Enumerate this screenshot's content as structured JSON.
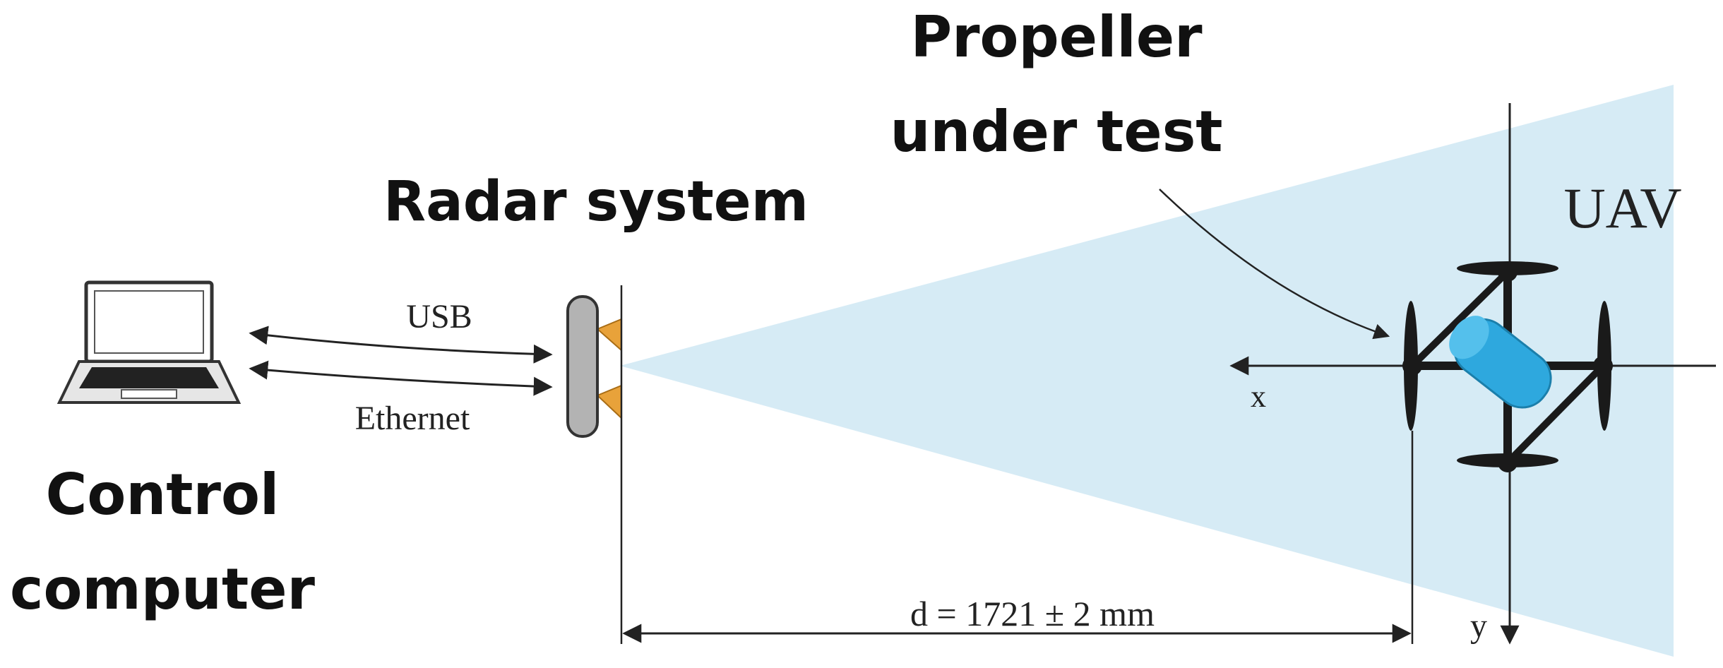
{
  "labels": {
    "control_line1": "Control",
    "control_line2": "computer",
    "radar": "Radar system",
    "propeller_line1": "Propeller",
    "propeller_line2": "under test",
    "uav": "UAV",
    "usb": "USB",
    "ethernet": "Ethernet",
    "x_axis": "x",
    "y_axis": "y",
    "distance": "d = 1721 ± 2 mm"
  },
  "colors": {
    "beam": "#cfe8f3",
    "radar_body": "#b3b3b3",
    "antenna": "#e8a23a",
    "drone_body": "#2ea8de",
    "drone_frame": "#1a1a1a",
    "line": "#222222"
  },
  "icons": [
    "laptop-icon",
    "radar-device-icon",
    "drone-icon"
  ]
}
